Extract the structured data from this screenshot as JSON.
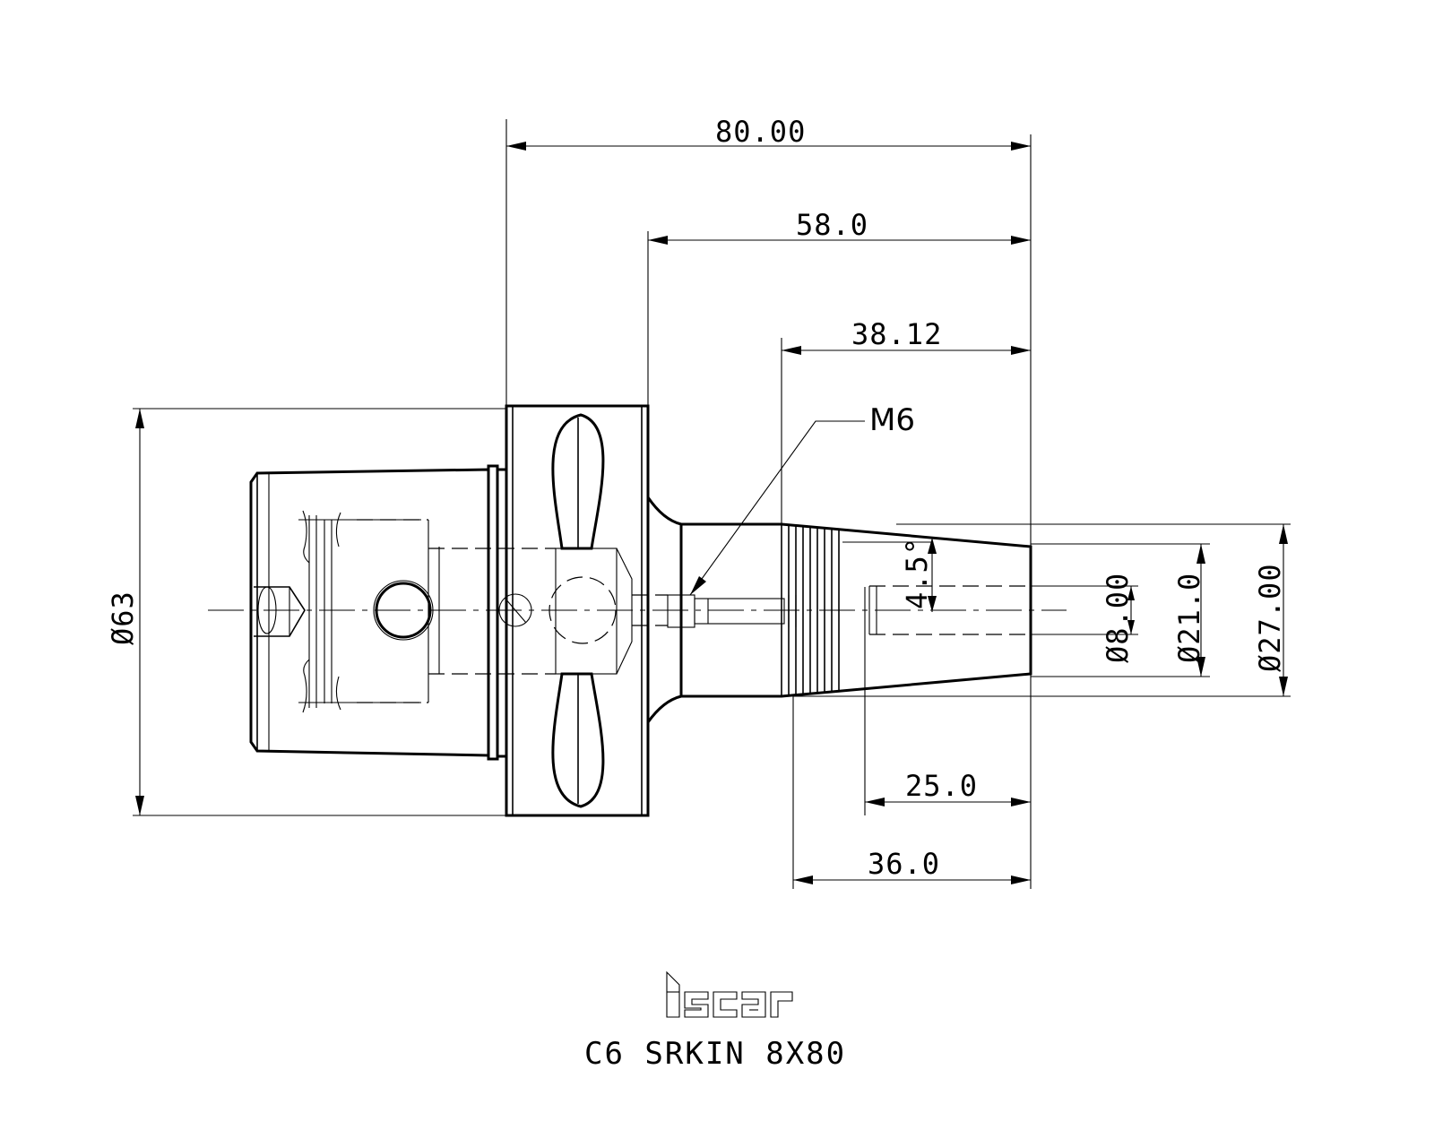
{
  "part_name": "C6 SRKIN 8X80",
  "brand": "iscar",
  "dimensions": {
    "overall_length": "80.00",
    "length_58": "58.0",
    "length_38": "38.12",
    "thread": "M6",
    "angle": "4.5°",
    "dia_8": "Ø8.00",
    "dia_21": "Ø21.0",
    "dia_27": "Ø27.00",
    "dia_63": "Ø63",
    "length_25": "25.0",
    "length_36": "36.0"
  }
}
